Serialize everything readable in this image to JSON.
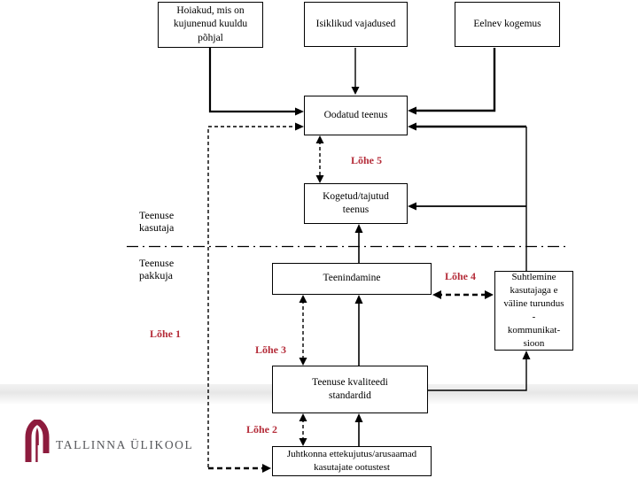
{
  "colors": {
    "line": "#000000",
    "gap_label": "#b52d3a",
    "logo_maroon": "#8d1b3d",
    "logo_text_color": "#55565a"
  },
  "diagram": {
    "boxes": {
      "hoiakud": {
        "lines": [
          "Hoiakud, mis on",
          "kujunenud kuuldu",
          "põhjal"
        ]
      },
      "isiklikud": {
        "lines": [
          "Isiklikud vajadused"
        ]
      },
      "eelnev": {
        "lines": [
          "Eelnev kogemus"
        ]
      },
      "oodatud": {
        "lines": [
          "Oodatud teenus"
        ]
      },
      "kogetud": {
        "lines": [
          "Kogetud/tajutud",
          "teenus"
        ]
      },
      "teenindamine": {
        "lines": [
          "Teenindamine"
        ]
      },
      "suhtlemine": {
        "lines": [
          "Suhtlemine",
          "kasutajaga e",
          "väline turundus",
          "-",
          "kommunikat-",
          "sioon"
        ]
      },
      "standardid": {
        "lines": [
          "Teenuse kvaliteedi",
          "standardid"
        ]
      },
      "juhtkonna": {
        "lines": [
          "Juhtkonna ettekujutus/arusaamad",
          "kasutajate ootustest"
        ]
      }
    },
    "zone_labels": {
      "kasutaja": {
        "lines": [
          "Teenuse",
          "kasutaja"
        ]
      },
      "pakkuja": {
        "lines": [
          "Teenuse",
          "pakkuja"
        ]
      }
    },
    "gap_labels": {
      "gap1": "Lõhe 1",
      "gap2": "Lõhe 2",
      "gap3": "Lõhe 3",
      "gap4": "Lõhe 4",
      "gap5": "Lõhe 5"
    }
  },
  "footer": {
    "logo_text": "TALLINNA ÜLIKOOL"
  }
}
